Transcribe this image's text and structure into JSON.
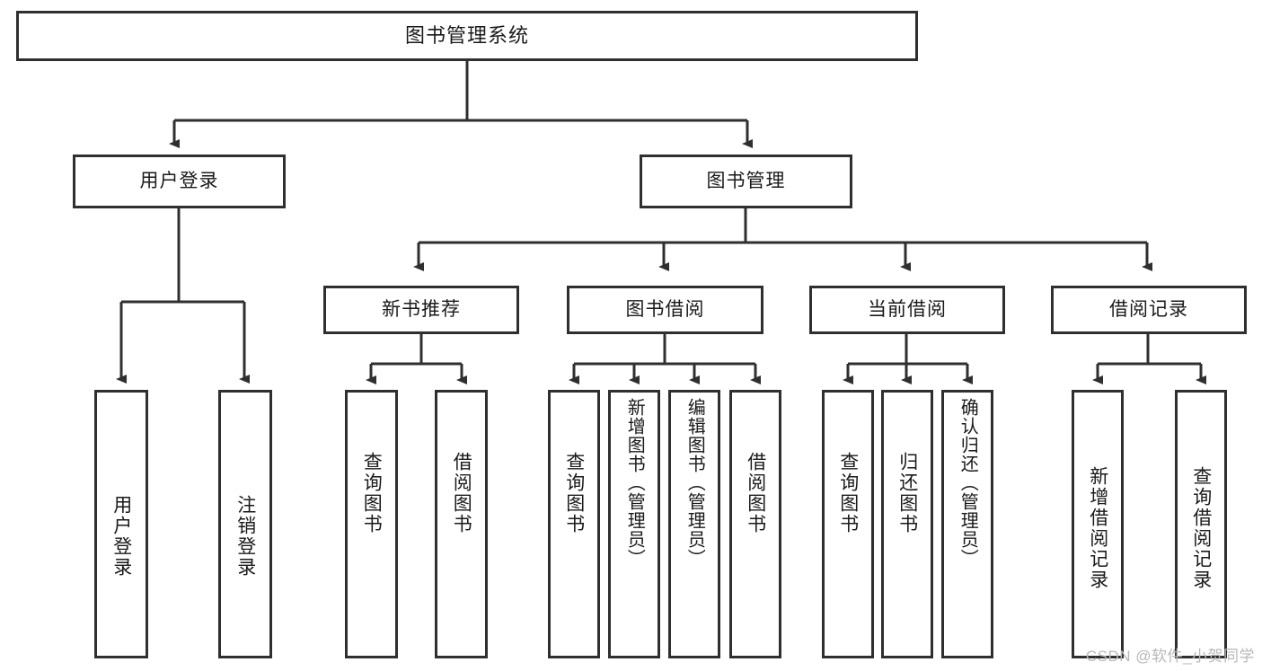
{
  "diagram": {
    "type": "tree",
    "title": "图书管理系统",
    "watermark": "CSDN @软件_小贺同学",
    "colors": {
      "border": "#2f2f2f",
      "background": "#ffffff",
      "text": "#1a1a1a",
      "watermark": "#b8b8b8"
    },
    "nodes": {
      "root": {
        "label": "图书管理系统"
      },
      "level1": [
        {
          "id": "user-login",
          "label": "用户登录"
        },
        {
          "id": "book-manage",
          "label": "图书管理"
        }
      ],
      "level2": [
        {
          "id": "new-book-rec",
          "label": "新书推荐"
        },
        {
          "id": "book-borrow",
          "label": "图书借阅"
        },
        {
          "id": "current-borrow",
          "label": "当前借阅"
        },
        {
          "id": "borrow-record",
          "label": "借阅记录"
        }
      ],
      "leaves": {
        "user_login": [
          {
            "id": "leaf-user-login",
            "label": "用户登录"
          },
          {
            "id": "leaf-logout",
            "label": "注销登录"
          }
        ],
        "new_book_rec": [
          {
            "id": "leaf-query-book-1",
            "label": "查询图书"
          },
          {
            "id": "leaf-borrow-book-1",
            "label": "借阅图书"
          }
        ],
        "book_borrow": [
          {
            "id": "leaf-query-book-2",
            "label": "查询图书"
          },
          {
            "id": "leaf-add-book",
            "label": "新增图书（管理员）"
          },
          {
            "id": "leaf-edit-book",
            "label": "编辑图书（管理员）"
          },
          {
            "id": "leaf-borrow-book-2",
            "label": "借阅图书"
          }
        ],
        "current_borrow": [
          {
            "id": "leaf-query-book-3",
            "label": "查询图书"
          },
          {
            "id": "leaf-return-book",
            "label": "归还图书"
          },
          {
            "id": "leaf-confirm-return",
            "label": "确认归还（管理员）"
          }
        ],
        "borrow_record": [
          {
            "id": "leaf-add-record",
            "label": "新增借阅记录"
          },
          {
            "id": "leaf-query-record",
            "label": "查询借阅记录"
          }
        ]
      }
    }
  }
}
